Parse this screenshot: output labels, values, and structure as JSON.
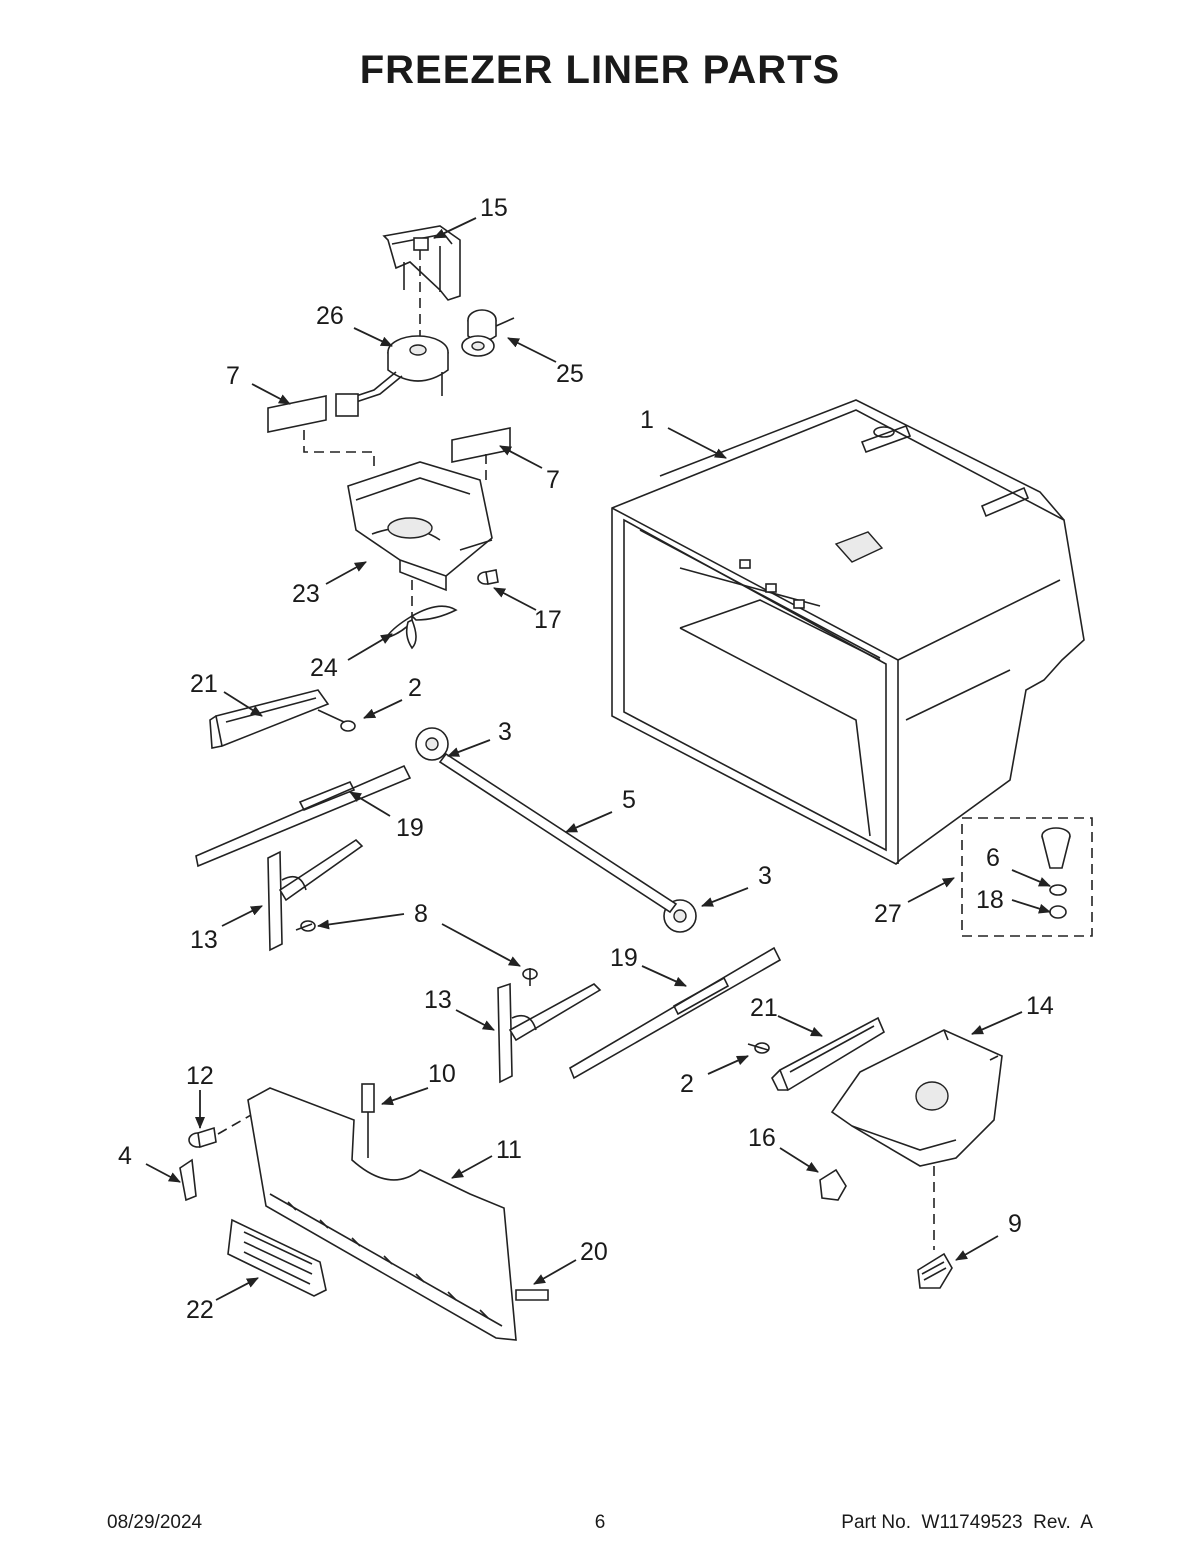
{
  "title": "FREEZER LINER PARTS",
  "footer": {
    "date": "08/29/2024",
    "page": "6",
    "part_no": "Part No.  W11749523  Rev.  A"
  },
  "callouts": [
    {
      "id": "c1",
      "label": "1"
    },
    {
      "id": "c2a",
      "label": "2"
    },
    {
      "id": "c2b",
      "label": "2"
    },
    {
      "id": "c3a",
      "label": "3"
    },
    {
      "id": "c3b",
      "label": "3"
    },
    {
      "id": "c4",
      "label": "4"
    },
    {
      "id": "c5",
      "label": "5"
    },
    {
      "id": "c6",
      "label": "6"
    },
    {
      "id": "c7a",
      "label": "7"
    },
    {
      "id": "c7b",
      "label": "7"
    },
    {
      "id": "c8",
      "label": "8"
    },
    {
      "id": "c9",
      "label": "9"
    },
    {
      "id": "c10",
      "label": "10"
    },
    {
      "id": "c11",
      "label": "11"
    },
    {
      "id": "c12",
      "label": "12"
    },
    {
      "id": "c13a",
      "label": "13"
    },
    {
      "id": "c13b",
      "label": "13"
    },
    {
      "id": "c14",
      "label": "14"
    },
    {
      "id": "c15",
      "label": "15"
    },
    {
      "id": "c16",
      "label": "16"
    },
    {
      "id": "c17",
      "label": "17"
    },
    {
      "id": "c18",
      "label": "18"
    },
    {
      "id": "c19a",
      "label": "19"
    },
    {
      "id": "c19b",
      "label": "19"
    },
    {
      "id": "c20",
      "label": "20"
    },
    {
      "id": "c21a",
      "label": "21"
    },
    {
      "id": "c21b",
      "label": "21"
    },
    {
      "id": "c22",
      "label": "22"
    },
    {
      "id": "c23",
      "label": "23"
    },
    {
      "id": "c24",
      "label": "24"
    },
    {
      "id": "c25",
      "label": "25"
    },
    {
      "id": "c26",
      "label": "26"
    },
    {
      "id": "c27",
      "label": "27"
    }
  ]
}
